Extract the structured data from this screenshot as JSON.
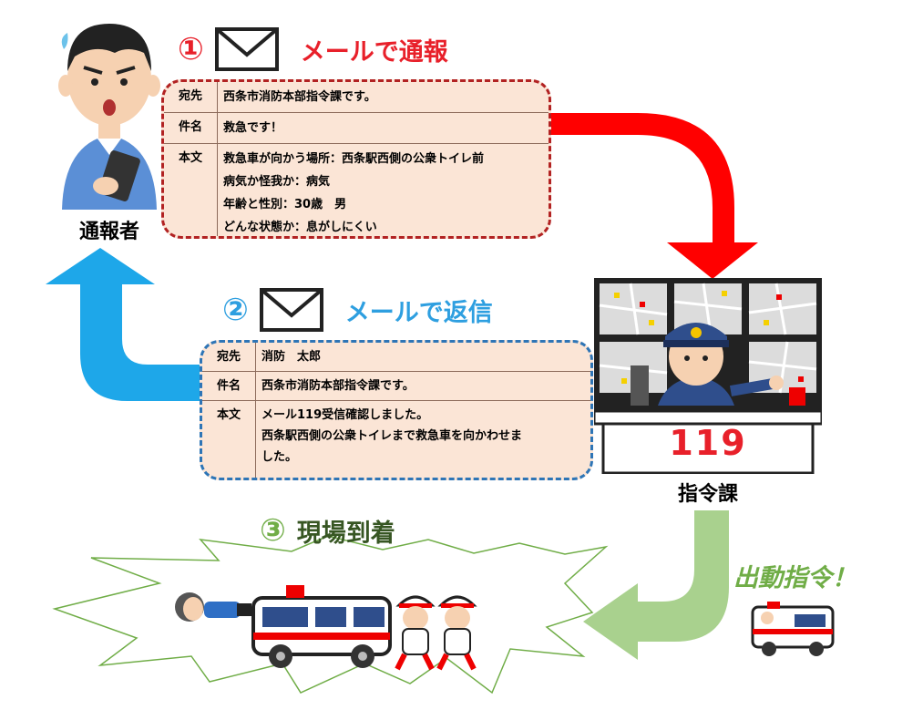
{
  "step1": {
    "number": "①",
    "title": "メールで通報",
    "fields": [
      {
        "label": "宛先",
        "lines": [
          "西条市消防本部指令課です。"
        ]
      },
      {
        "label": "件名",
        "lines": [
          "救急です！"
        ]
      },
      {
        "label": "本文",
        "lines": [
          "救急車が向かう場所：西条駅西側の公衆トイレ前",
          "病気か怪我か：病気",
          "年齢と性別：30歳　男",
          "どんな状態か：息がしにくい"
        ]
      }
    ]
  },
  "step2": {
    "number": "②",
    "title": "メールで返信",
    "fields": [
      {
        "label": "宛先",
        "lines": [
          "消防　太郎"
        ]
      },
      {
        "label": "件名",
        "lines": [
          "西条市消防本部指令課です。"
        ]
      },
      {
        "label": "本文",
        "lines": [
          "メール119受信確認しました。",
          "西条駅西側の公衆トイレまで救急車を向かわせま",
          "した。"
        ]
      }
    ]
  },
  "step3": {
    "number": "③",
    "title": "現場到着"
  },
  "actors": {
    "reporter": "通報者",
    "dispatch": "指令課",
    "dispatch_sign": "119"
  },
  "dispatch_order": "出動指令！",
  "colors": {
    "step1": "#e8202a",
    "step2": "#2e9fe0",
    "step3": "#70ad47",
    "red_arrow": "#ff0000",
    "blue_arrow": "#1ea7e9",
    "green_arrow": "#a9d18e"
  },
  "icons": [
    "envelope-icon",
    "reporter-illustration",
    "dispatcher-illustration",
    "ambulance-illustration",
    "paramedic-illustration",
    "patient-illustration"
  ]
}
